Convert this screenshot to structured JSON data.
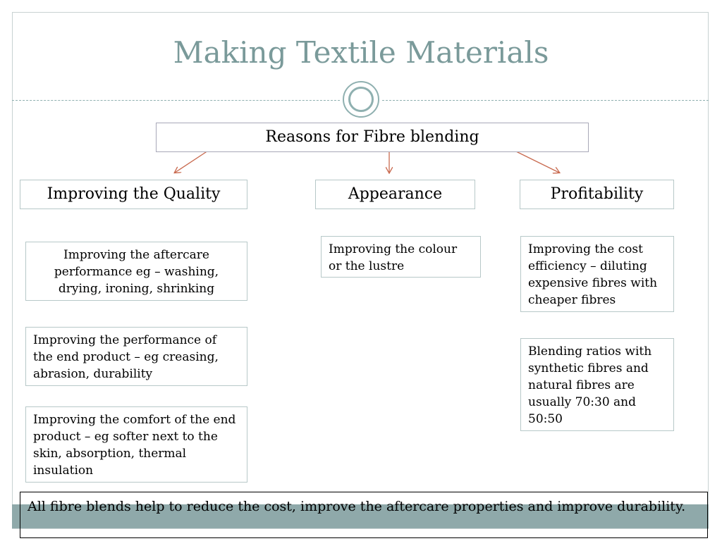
{
  "slide": {
    "title": "Making Textile Materials"
  },
  "diagram": {
    "root": "Reasons for Fibre blending",
    "categories": [
      {
        "label": "Improving the Quality",
        "details": [
          "Improving the aftercare performance eg – washing, drying, ironing, shrinking",
          "Improving the performance of the end product – eg creasing, abrasion, durability",
          "Improving the  comfort of the end product – eg softer next to the skin, absorption,  thermal insulation"
        ]
      },
      {
        "label": "Appearance",
        "details": [
          "Improving the colour or the lustre"
        ]
      },
      {
        "label": "Profitability",
        "details": [
          "Improving the cost efficiency – diluting expensive fibres with cheaper fibres",
          "Blending ratios with synthetic fibres and natural fibres are usually  70:30  and 50:50"
        ]
      }
    ],
    "summary": "All fibre blends help to reduce the cost, improve the aftercare properties and improve durability."
  },
  "colors": {
    "title": "#7a9a9a",
    "arrow": "#c8694e",
    "box_border": "#b7c8c8",
    "accent_bar": "#8fa9aa"
  }
}
